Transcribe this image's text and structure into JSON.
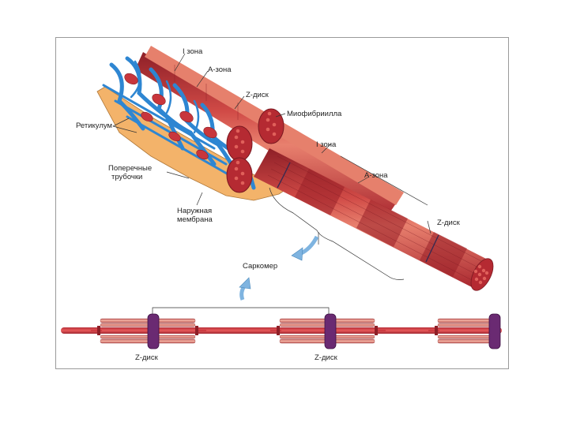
{
  "labels": {
    "i_zone_top": "I зона",
    "a_zone_top": "А-зона",
    "z_disc_top": "Z-диск",
    "myofibril": "Миофибриилла",
    "reticulum": "Ретикулум",
    "i_zone_mid": "I зона",
    "t_tubules_line1": "Поперечные",
    "t_tubules_line2": "трубочки",
    "a_zone_mid": "А-зона",
    "membrane_line1": "Наружная",
    "membrane_line2": "мембрана",
    "z_disc_mid": "Z-диск",
    "sarcomere": "Саркомер",
    "z_disc_bottom_left": "Z-диск",
    "z_disc_bottom_right": "Z-диск"
  },
  "colors": {
    "fiber_red": "#c8363c",
    "fiber_light": "#e88a78",
    "fiber_dark": "#8e1f27",
    "reticulum_blue": "#2e86d2",
    "membrane_orange": "#f3b36a",
    "disc_purple": "#6a2a72",
    "arrow_blue": "#7fb4e0"
  },
  "icons": {
    "arrow_down": "curved-arrow-down-icon",
    "arrow_up": "curved-arrow-up-icon"
  }
}
